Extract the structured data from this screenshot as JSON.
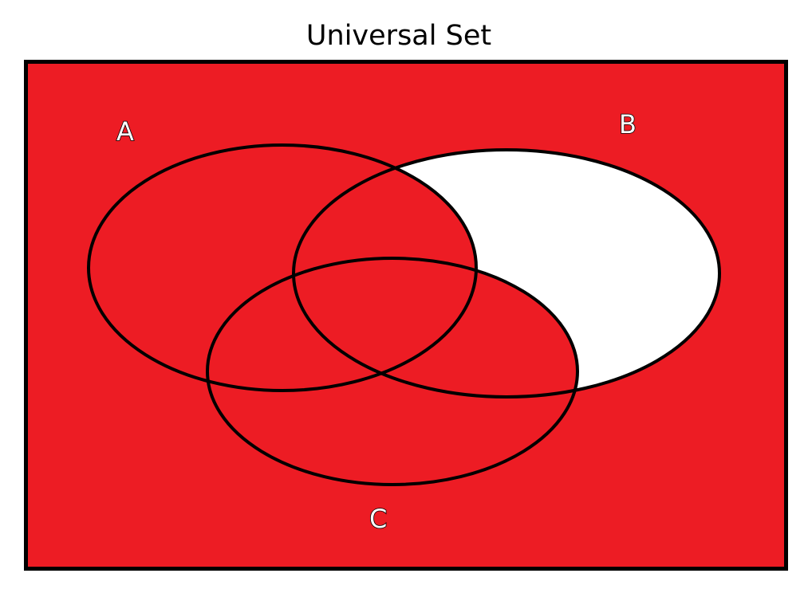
{
  "diagram": {
    "title": "Universal Set",
    "type": "venn",
    "colors": {
      "shaded": "#ED1C24",
      "unshaded": "#FFFFFF",
      "outline": "#000000"
    },
    "sets": [
      {
        "id": "A",
        "label": "A"
      },
      {
        "id": "B",
        "label": "B"
      },
      {
        "id": "C",
        "label": "C"
      }
    ],
    "shaded_region": "U - (B - (A ∪ C))",
    "unshaded_region": "B - (A ∪ C)"
  }
}
